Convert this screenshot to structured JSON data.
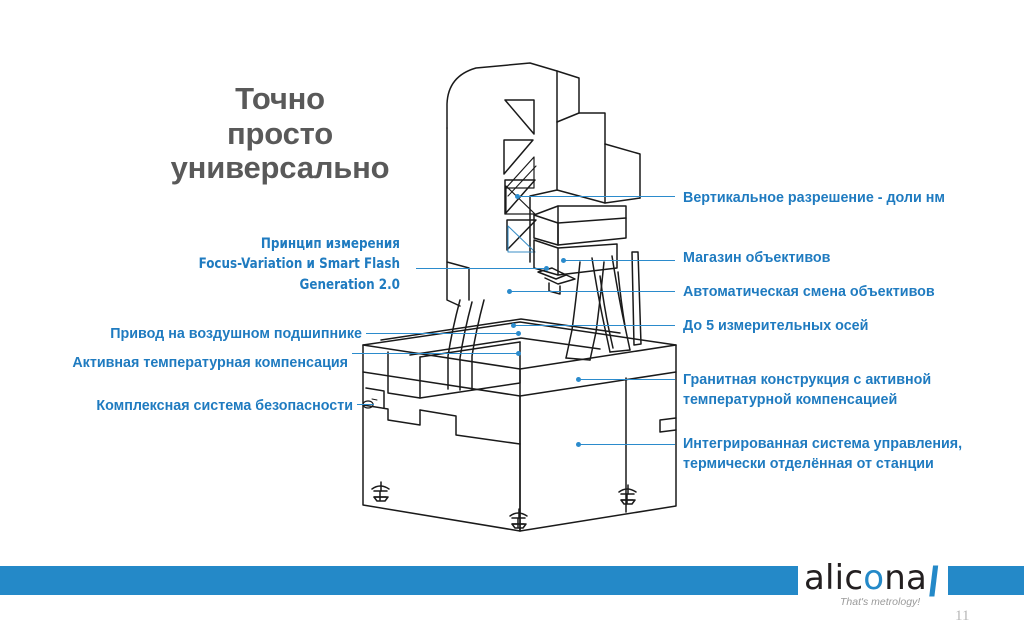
{
  "slide": {
    "title_lines": [
      "Точно",
      "просто",
      "универсально"
    ],
    "title_color": "#595959",
    "accent_color": "#1f7bc0",
    "line_color": "#2b8bcc",
    "footer_band_color": "#2489c8",
    "page_number": "11"
  },
  "labels_right": [
    {
      "id": "vertical-resolution",
      "lines": [
        "Вертикальное разрешение - доли нм"
      ]
    },
    {
      "id": "objective-magazine",
      "lines": [
        "Магазин объективов"
      ]
    },
    {
      "id": "automatic-objective-change",
      "lines": [
        "Автоматическая смена объективов"
      ]
    },
    {
      "id": "measuring-axes",
      "lines": [
        "До 5 измерительных осей"
      ]
    },
    {
      "id": "granite-construction",
      "lines": [
        "Гранитная конструкция с активной",
        "температурной компенсацией"
      ]
    },
    {
      "id": "integrated-control-system",
      "lines": [
        "Интегрированная система управления,",
        "термически отделённая от станции"
      ]
    }
  ],
  "labels_left": [
    {
      "id": "measuring-principle",
      "lines": [
        "Принцип измерения",
        "Focus-Variation и Smart Flash",
        "Generation 2.0"
      ]
    },
    {
      "id": "air-bearing-drive",
      "lines": [
        "Привод на воздушном подшипнике"
      ]
    },
    {
      "id": "active-temperature-compensation",
      "lines": [
        "Активная температурная компенсация"
      ]
    },
    {
      "id": "integrated-safety-system",
      "lines": [
        "Комплексная система безопасности"
      ]
    }
  ],
  "logo": {
    "name_before_o": "alic",
    "name_o": "o",
    "name_after_o": "na",
    "bracket": "❙",
    "tagline": "That's metrology!"
  },
  "illustration": {
    "name": "alicona-measurement-machine-line-drawing",
    "stroke_color": "#1a1a1a"
  }
}
